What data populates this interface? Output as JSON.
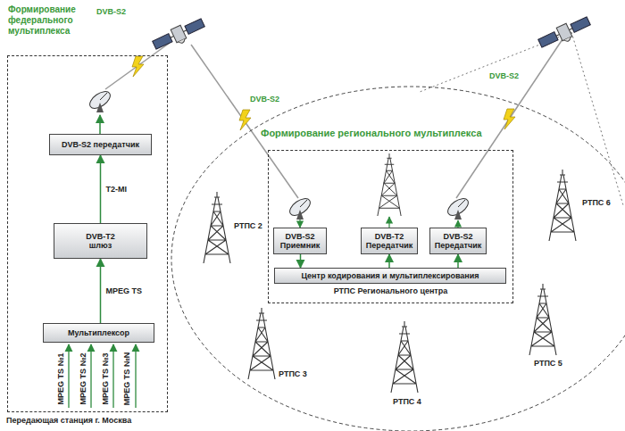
{
  "diagram": {
    "nodes": [
      {
        "text": [
          "Формирование федерального мультиплекса",
          "Передающая станция г. Москва"
        ]
      },
      {
        "text": [
          "DVB-S2 передатчик"
        ],
        "in": 0
      },
      {
        "text": [
          "DVB-T2 шлюз"
        ],
        "in": 0
      },
      {
        "text": [
          "Мультиплексор"
        ],
        "in": 0
      },
      {
        "text": [
          "Формирование регионального мультиплекса"
        ]
      },
      {
        "text": [
          "РТПС Регионального центра"
        ],
        "in": 4
      },
      {
        "text": [
          "DVB-S2 Приемник"
        ],
        "in": 5
      },
      {
        "text": [
          "DVB-T2 Передатчик"
        ],
        "in": 5
      },
      {
        "text": [
          "DVB-S2 Передатчик"
        ],
        "in": 5
      },
      {
        "text": [
          "Центр кодирования и мультиплексирования"
        ],
        "in": 5
      }
    ],
    "edges": [
      {
        "from": 3,
        "to": 2,
        "arrow": "to",
        "label": "MPEG TS"
      },
      {
        "from": 2,
        "to": 1,
        "arrow": "to",
        "label": "T2-MI"
      },
      {
        "from": 6,
        "to": 9,
        "arrow": "to"
      },
      {
        "from": 9,
        "to": 7,
        "arrow": "to"
      },
      {
        "from": 9,
        "to": 8,
        "arrow": "to"
      }
    ],
    "labels": [
      "DVB-S2",
      "DVB-S2",
      "DVB-S2",
      "MPEG TS №1",
      "MPEG TS №2",
      "MPEG TS №3",
      "MPEG TS №N",
      "РТПС 2",
      "РТПС 3",
      "РТПС 4",
      "РТПС 5",
      "РТПС 6"
    ]
  }
}
